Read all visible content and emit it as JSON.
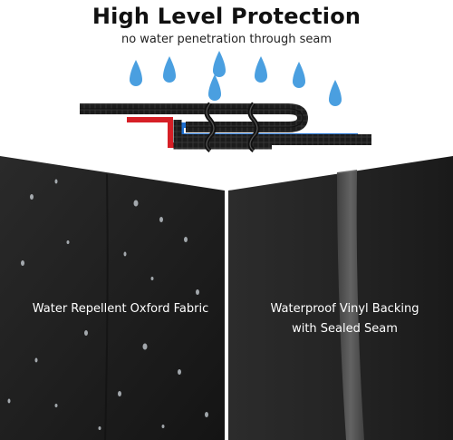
{
  "header": {
    "title": "High Level Protection",
    "subtitle": "no water penetration through seam"
  },
  "panels": {
    "left_caption": "Water Repellent Oxford Fabric",
    "right_caption_line1": "Waterproof Vinyl  Backing",
    "right_caption_line2": "with Sealed Seam"
  },
  "colors": {
    "rain": "#4a9fe0",
    "seam_blue": "#1e6fd0",
    "seam_red": "#d61f26",
    "fabric_dark": "#1e1e1e",
    "panel_bg": "#262626",
    "reflective_strip": "#5a5a5a"
  }
}
